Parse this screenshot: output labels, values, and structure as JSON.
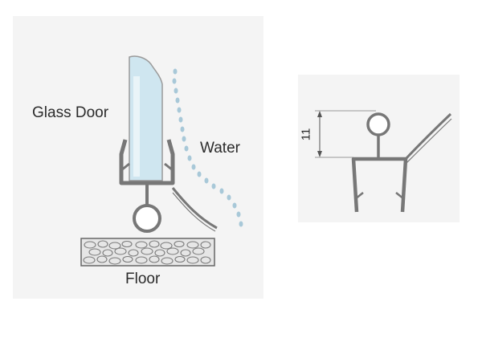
{
  "labels": {
    "glass_door": "Glass Door",
    "water": "Water",
    "floor": "Floor",
    "dimension": "11"
  },
  "colors": {
    "background": "#ffffff",
    "panel": "#f4f4f4",
    "glass": "#cfe6f0",
    "glass_outline": "#9a9a9a",
    "seal": "#777777",
    "water_drops": "#a8c8d8",
    "floor_fill": "#e6e6e6",
    "text": "#2b2b2b"
  }
}
